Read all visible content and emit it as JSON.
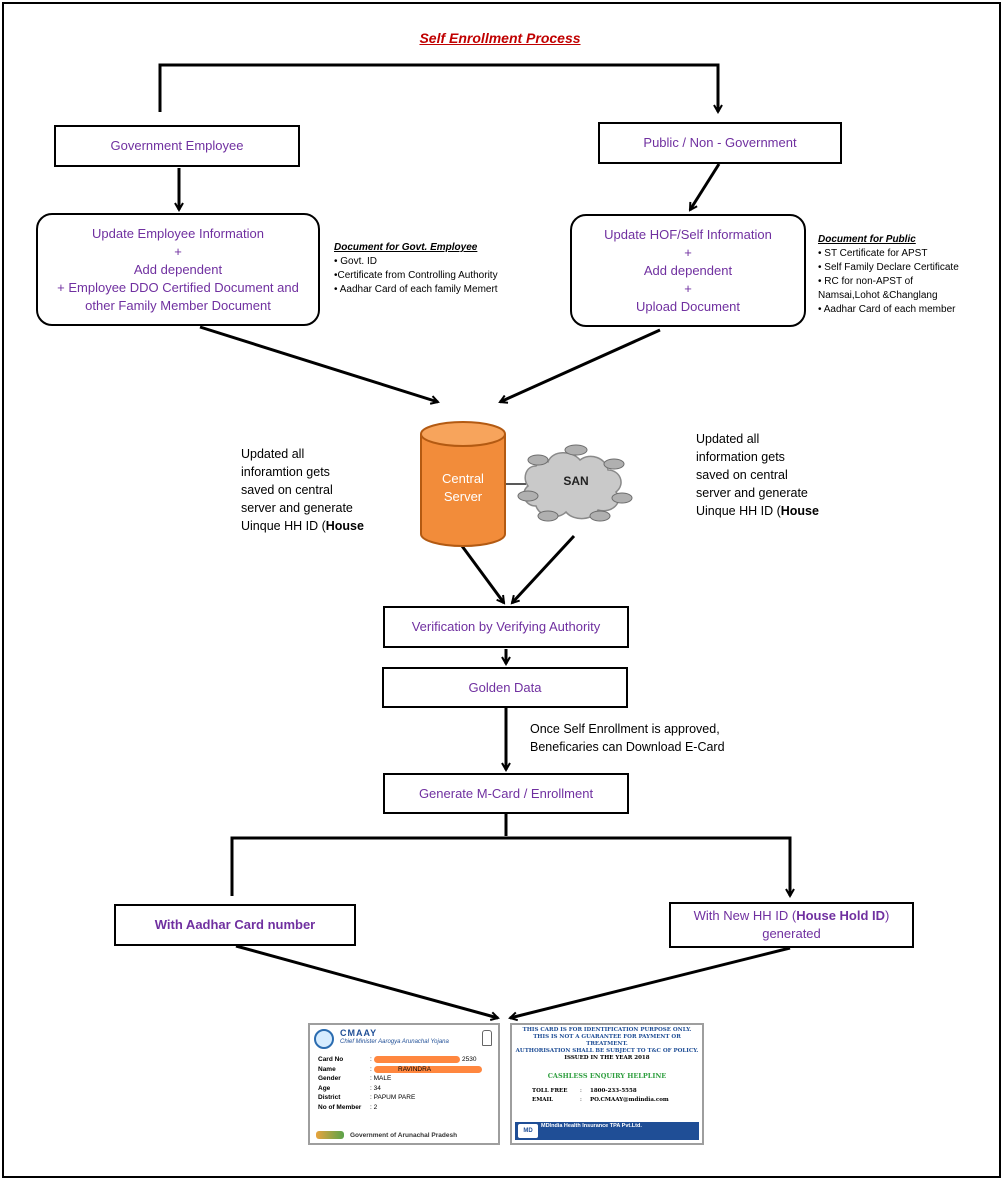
{
  "title": "Self Enrollment Process",
  "boxes": {
    "gov_employee": "Government Employee",
    "public": "Public / Non - Government",
    "update_employee": [
      "Update Employee Information",
      "+",
      "Add dependent",
      "+ Employee DDO Certified Document and",
      "other Family Member Document"
    ],
    "update_hof": [
      "Update HOF/Self Information",
      "+",
      "Add dependent",
      "+",
      "Upload  Document"
    ],
    "verification": "Verification by Verifying Authority",
    "golden_data": "Golden Data",
    "generate_mcard": "Generate M-Card / Enrollment",
    "aadhar": "With Aadhar Card number",
    "new_hhid_prefix": "With New HH ID (",
    "new_hhid_bold": "House Hold ID",
    "new_hhid_suffix": ")",
    "new_hhid_line2": "generated"
  },
  "notes": {
    "govt": {
      "heading": "Document for Govt. Employee",
      "items": [
        "•  Govt. ID",
        "•Certificate from Controlling Authority",
        "•  Aadhar Card of each family Memert"
      ]
    },
    "public": {
      "heading": "Document for Public",
      "items": [
        "•  ST Certificate for APST",
        "•  Self Family Declare Certificate",
        "•  RC for non-APST of",
        "Namsai,Lohot &Changlang",
        "•  Aadhar Card  of each member"
      ]
    }
  },
  "server": {
    "label_line1": "Central",
    "label_line2": "Server",
    "san": "SAN"
  },
  "paragraphs": {
    "left": [
      "Updated all",
      "inforamtion gets",
      "saved on central",
      "server and generate"
    ],
    "left_last_prefix": "Uinque HH ID (",
    "left_last_bold": "House",
    "right": [
      "Updated all",
      "information gets",
      "saved on central",
      "server and generate"
    ],
    "right_last_prefix": "Uinque HH ID (",
    "right_last_bold": "House",
    "approval": [
      "Once Self Enrollment is approved,",
      "Beneficaries can Download E-Card"
    ]
  },
  "card_front": {
    "brand": "CMAAY",
    "subtitle": "Chief Minister Aarogya Arunachal Yojana",
    "rows": [
      {
        "k": "Card No",
        "v": "2530"
      },
      {
        "k": "Name",
        "v": "RAVINDRA"
      },
      {
        "k": "Gender",
        "v": "MALE"
      },
      {
        "k": "Age",
        "v": "34"
      },
      {
        "k": "District",
        "v": "PAPUM PARE"
      },
      {
        "k": "No of Member",
        "v": "2"
      }
    ],
    "footer": "Government of Arunachal Pradesh"
  },
  "card_back": {
    "header": [
      "THIS CARD IS FOR IDENTIFICATION PURPOSE ONLY.",
      "THIS IS NOT A GUARANTEE FOR PAYMENT OR TREATMENT.",
      "AUTHORISATION SHALL BE SUBJECT TO T&C OF POLICY."
    ],
    "issued": "ISSUED IN THE YEAR 2018",
    "helpline": "CASHLESS ENQUIRY HELPLINE",
    "rows": [
      {
        "k": "TOLL FREE",
        "v": "1800-233-5558"
      },
      {
        "k": "EMAIL",
        "v": "PO.CMAAY@mdindia.com"
      }
    ],
    "footer_company": "MDIndia Health Insurance TPA Pvt.Ltd.",
    "footer_logo": "MD"
  },
  "colors": {
    "purple": "#7030a0",
    "title_red": "#c00000",
    "server_orange": "#f28c3a"
  }
}
